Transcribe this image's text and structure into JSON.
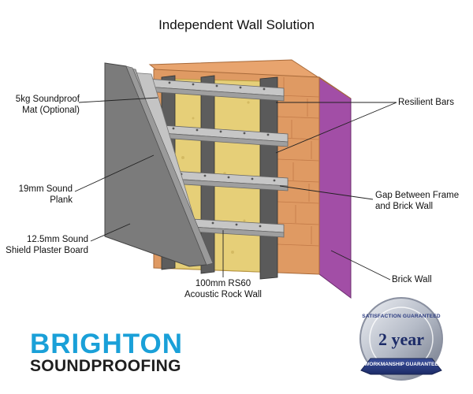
{
  "title": "Independent Wall Solution",
  "labels": {
    "mat": [
      "5kg Soundproof",
      "Mat (Optional)"
    ],
    "plank": [
      "19mm Sound",
      "Plank"
    ],
    "plaster": [
      "12.5mm Sound",
      "Shield Plaster Board"
    ],
    "rock": [
      "100mm RS60",
      "Acoustic Rock Wall"
    ],
    "bars": [
      "Resilient Bars"
    ],
    "gap": [
      "Gap Between Frame",
      "and Brick Wall"
    ],
    "brick": [
      "Brick Wall"
    ]
  },
  "logo": {
    "line1": "BRIGHTON",
    "line2": "SOUNDPROOFING"
  },
  "badge": {
    "arc_top": "SATISFACTION GUARANTEED",
    "center": "2 year",
    "ribbon": "WORKMANSHIP GUARANTEE"
  },
  "colors": {
    "brick": "#df9a63",
    "brick_side": "#a04ba3",
    "stud": "#5a5a5a",
    "insulation": "#e6cf78",
    "plaster": "#7d7d7d",
    "plank": "#a9a9a9",
    "mat": "#c2c2c2",
    "bar": "#c3c3c3",
    "logo_blue": "#1aa0d8"
  }
}
